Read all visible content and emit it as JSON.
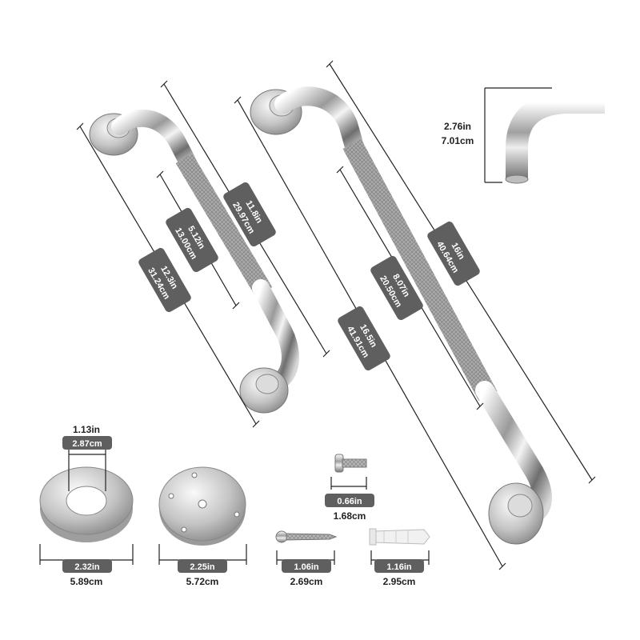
{
  "colors": {
    "pill": "#5f5f5f",
    "dim_line": "#222222",
    "chrome_dark": "#7a7a7a",
    "chrome_light": "#f2f2f2",
    "knurl": "#a8a8a8"
  },
  "bar_short": {
    "overall_in": "12.3in",
    "overall_cm": "31.24cm",
    "center_in": "11.8in",
    "center_cm": "29.97cm",
    "grip_in": "5.12in",
    "grip_cm": "13.00cm"
  },
  "bar_long": {
    "overall_in": "16.5in",
    "overall_cm": "41.91cm",
    "center_in": "16in",
    "center_cm": "40.64cm",
    "grip_in": "8.07in",
    "grip_cm": "20.50cm"
  },
  "elbow": {
    "height_in": "2.76in",
    "height_cm": "7.01cm"
  },
  "flange_cover": {
    "hole_in": "1.13in",
    "hole_cm": "2.87cm",
    "width_in": "2.32in",
    "width_cm": "5.89cm"
  },
  "mount_plate": {
    "width_in": "2.25in",
    "width_cm": "5.72cm"
  },
  "machine_screw": {
    "length_in": "0.66in",
    "length_cm": "1.68cm"
  },
  "wood_screw": {
    "length_in": "1.06in",
    "length_cm": "2.69cm"
  },
  "wall_anchor": {
    "length_in": "1.16in",
    "length_cm": "2.95cm"
  }
}
